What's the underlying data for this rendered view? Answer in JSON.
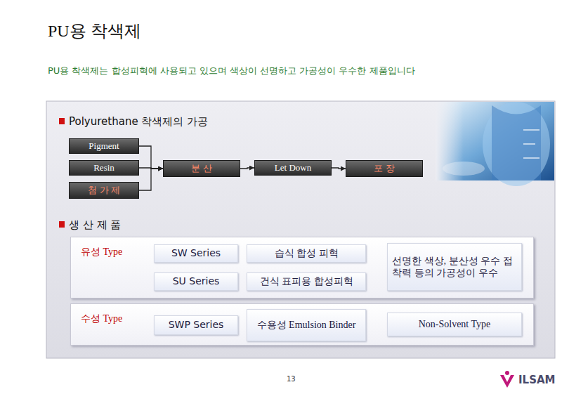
{
  "diagram": {
    "title": "PU용 착색제",
    "nodes": [
      {
        "text": [
          "Pigment"
        ]
      },
      {
        "text": [
          "Resin"
        ]
      },
      {
        "text": [
          "첨 가 제"
        ]
      },
      {
        "text": [
          "분 산"
        ]
      },
      {
        "text": [
          "Let Down"
        ]
      },
      {
        "text": [
          "포 장"
        ]
      },
      {
        "text": [
          "유성 Type"
        ]
      },
      {
        "text": [
          "SW Series"
        ],
        "in": 6
      },
      {
        "text": [
          "습식 합성 피혁"
        ],
        "in": 6
      },
      {
        "text": [
          "SU Series"
        ],
        "in": 6
      },
      {
        "text": [
          "건식 표피용 합성피혁"
        ],
        "in": 6
      },
      {
        "text": [
          "선명한 색상, 분산성 우수 접착력 등의 가공성이 우수"
        ],
        "in": 6
      },
      {
        "text": [
          "수성 Type"
        ]
      },
      {
        "text": [
          "SWP Series"
        ],
        "in": 12
      },
      {
        "text": [
          "수용성 Emulsion Binder"
        ],
        "in": 12
      },
      {
        "text": [
          "Non-Solvent Type"
        ],
        "in": 12
      }
    ],
    "edges": [
      {
        "from": 0,
        "to": 3,
        "arrow": "to"
      },
      {
        "from": 1,
        "to": 3,
        "arrow": "to"
      },
      {
        "from": 2,
        "to": 3,
        "arrow": "to"
      },
      {
        "from": 3,
        "to": 4,
        "arrow": "to"
      },
      {
        "from": 4,
        "to": 5,
        "arrow": "to"
      }
    ],
    "labels": [
      "PU용 착색제는 합성피혁에 사용되고 있으며 색상이 선명하고 가공성이 우수한 제품입니다",
      "Polyurethane 착색제의 가공",
      "생 산 제 품",
      "13",
      "ILSAM"
    ]
  }
}
